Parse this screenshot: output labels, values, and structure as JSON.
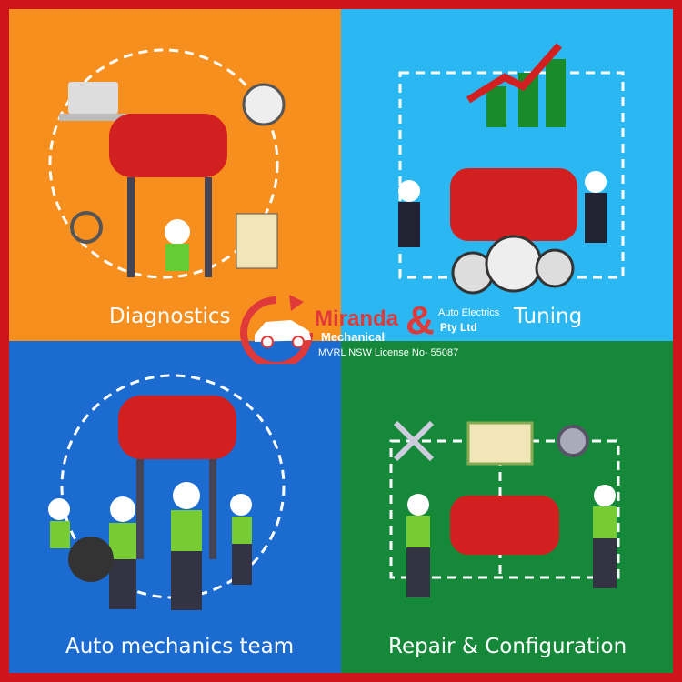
{
  "panels": [
    {
      "label": "Diagnostics",
      "color": "#f78f1e"
    },
    {
      "label": "Tuning",
      "color": "#2bb8f2"
    },
    {
      "label": "Auto mechanics team",
      "color": "#1b6bd0"
    },
    {
      "label": "Repair & Configuration",
      "color": "#16883a"
    }
  ],
  "logo": {
    "name": "Miranda",
    "sub": "Mechanical",
    "amp": "&",
    "auto": "Auto Electrics",
    "pty": "Pty Ltd",
    "license": "MVRL NSW License No- 55087",
    "accent": "#e0393a"
  },
  "border_color": "#d0141c"
}
